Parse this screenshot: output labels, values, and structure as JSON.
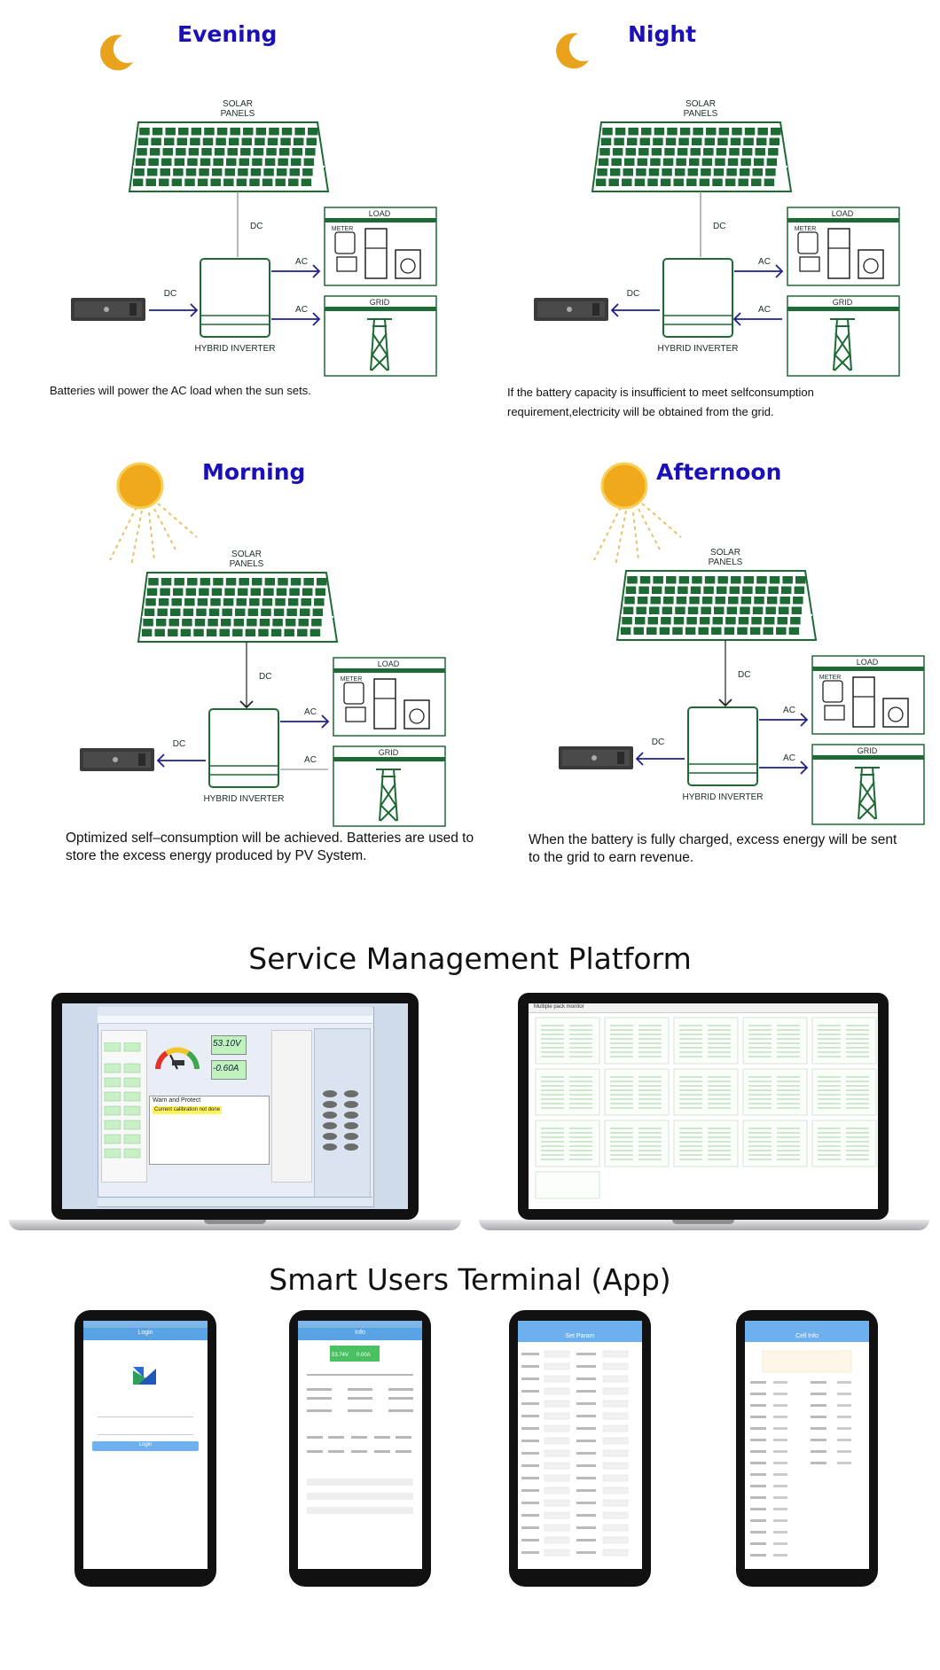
{
  "scenarios": [
    {
      "id": "evening",
      "title": "Evening",
      "icon": "moon-icon",
      "caption": "Batteries will power the AC load when the sun sets."
    },
    {
      "id": "night",
      "title": "Night",
      "icon": "moon-icon",
      "caption": "If the battery capacity is insufficient to meet selfconsumption requirement,electricity will be obtained from the grid."
    },
    {
      "id": "morning",
      "title": "Morning",
      "icon": "sun-icon",
      "caption": "Optimized self–consumption will be achieved. Batteries are used to store the excess energy produced by PV System."
    },
    {
      "id": "afternoon",
      "title": "Afternoon",
      "icon": "sun-icon",
      "caption": "When the battery is fully charged, excess energy will be sent to the grid to earn revenue."
    }
  ],
  "diagram_labels": {
    "solar": "SOLAR",
    "panels": "PANELS",
    "dc": "DC",
    "ac": "AC",
    "load": "LOAD",
    "meter": "METER",
    "grid": "GRID",
    "inverter": "HYBRID INVERTER"
  },
  "platform": {
    "title": "Service Management Platform",
    "screen1": {
      "voltage": "53.10V",
      "current": "-0.60A",
      "warn_title": "Warn and Protect",
      "warn_msg": "Current calibration not done"
    },
    "screen2": {
      "window_title": "Multiple pack monitor"
    }
  },
  "app": {
    "title": "Smart Users Terminal (App)",
    "phones": [
      {
        "header": "Login",
        "button": "Login"
      },
      {
        "header": "Info",
        "voltage": "53.74V",
        "current": "0.00A"
      },
      {
        "header": "Set Param"
      },
      {
        "header": "Cell Info"
      }
    ]
  },
  "colors": {
    "title_blue": "#1a0fb8",
    "diagram_green": "#1e6a35",
    "arrow_blue": "#1c1f8c",
    "moon": "#e9a21b",
    "sun": "#f1a91c"
  }
}
